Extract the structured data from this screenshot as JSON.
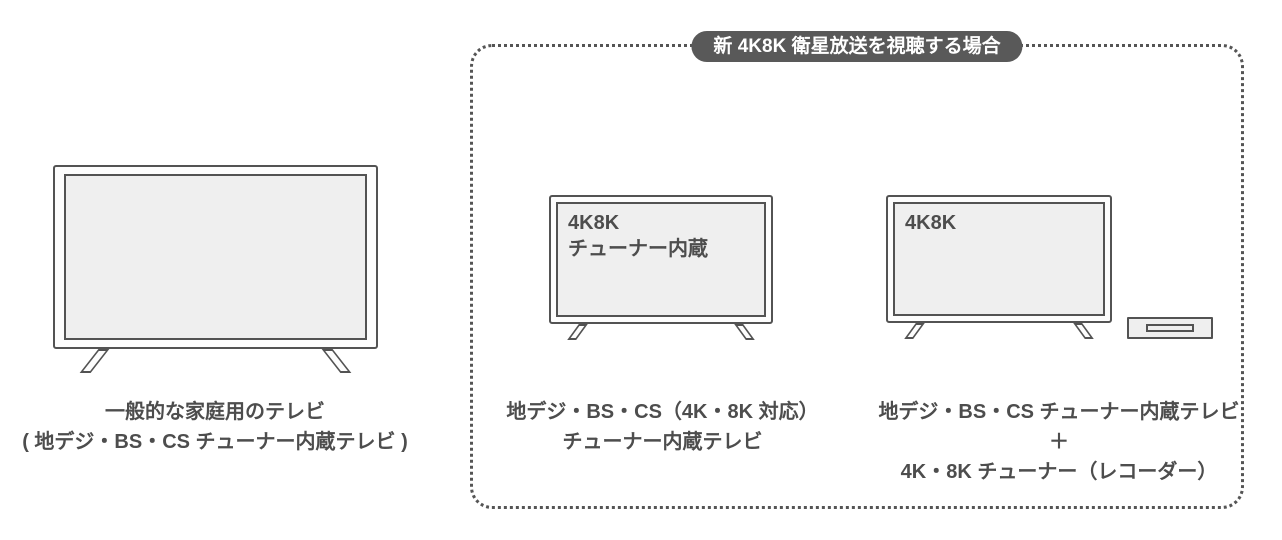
{
  "palette": {
    "line": "#535353",
    "screen_fill": "#efefef",
    "badge_bg": "#595959",
    "badge_text": "#ffffff",
    "caption_text": "#4d4d4d"
  },
  "standard_tv": {
    "caption_line1": "一般的な家庭用のテレビ",
    "caption_line2": "( 地デジ・BS・CS チューナー内蔵テレビ )"
  },
  "panel": {
    "badge_label": "新 4K8K 衛星放送を視聴する場合",
    "tuner_tv": {
      "screen_label_line1": "4K8K",
      "screen_label_line2": "チューナー内蔵",
      "caption_line1": "地デジ・BS・CS（4K・8K 対応）",
      "caption_line2": "チューナー内蔵テレビ"
    },
    "recorder_tv": {
      "screen_label": "4K8K",
      "caption_line1": "地デジ・BS・CS チューナー内蔵テレビ",
      "caption_line2": "＋",
      "caption_line3": "4K・8K チューナー（レコーダー）"
    }
  }
}
